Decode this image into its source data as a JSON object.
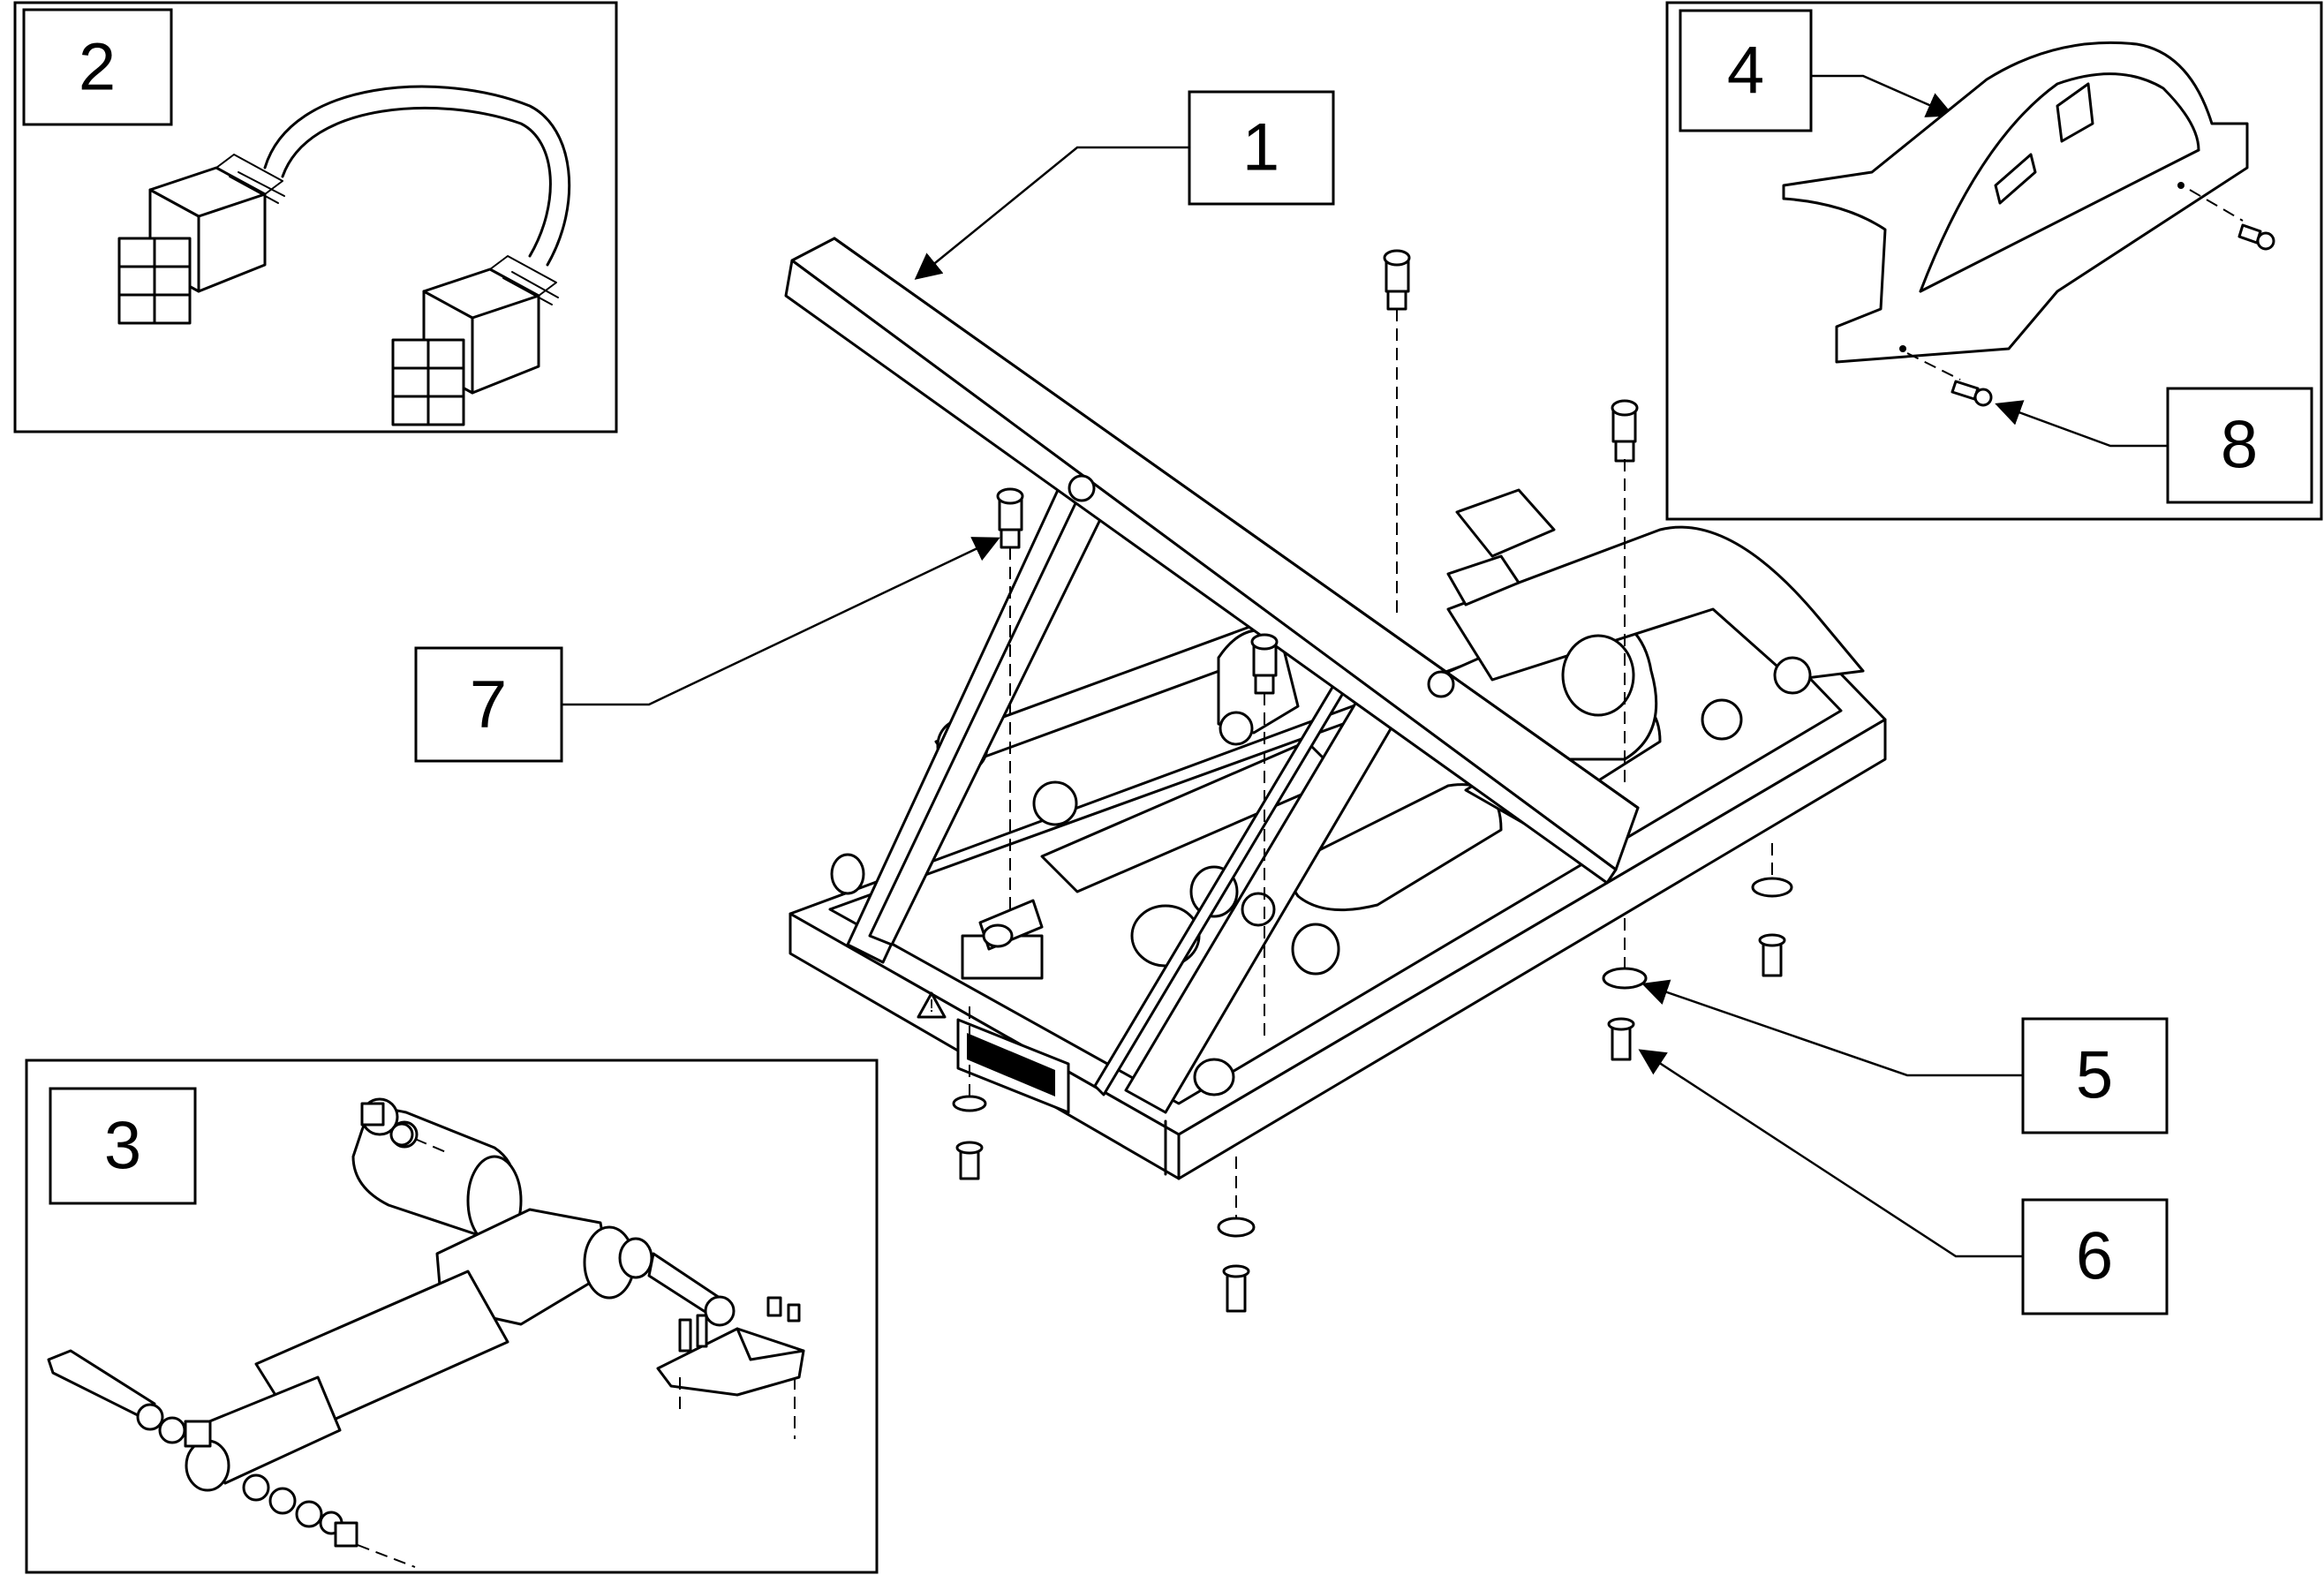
{
  "callouts": [
    {
      "id": "1",
      "label": "1"
    },
    {
      "id": "2",
      "label": "2"
    },
    {
      "id": "3",
      "label": "3"
    },
    {
      "id": "4",
      "label": "4"
    },
    {
      "id": "5",
      "label": "5"
    },
    {
      "id": "6",
      "label": "6"
    },
    {
      "id": "7",
      "label": "7"
    },
    {
      "id": "8",
      "label": "8"
    }
  ],
  "warning_symbol": "!",
  "icons": [
    "warning-icon"
  ]
}
